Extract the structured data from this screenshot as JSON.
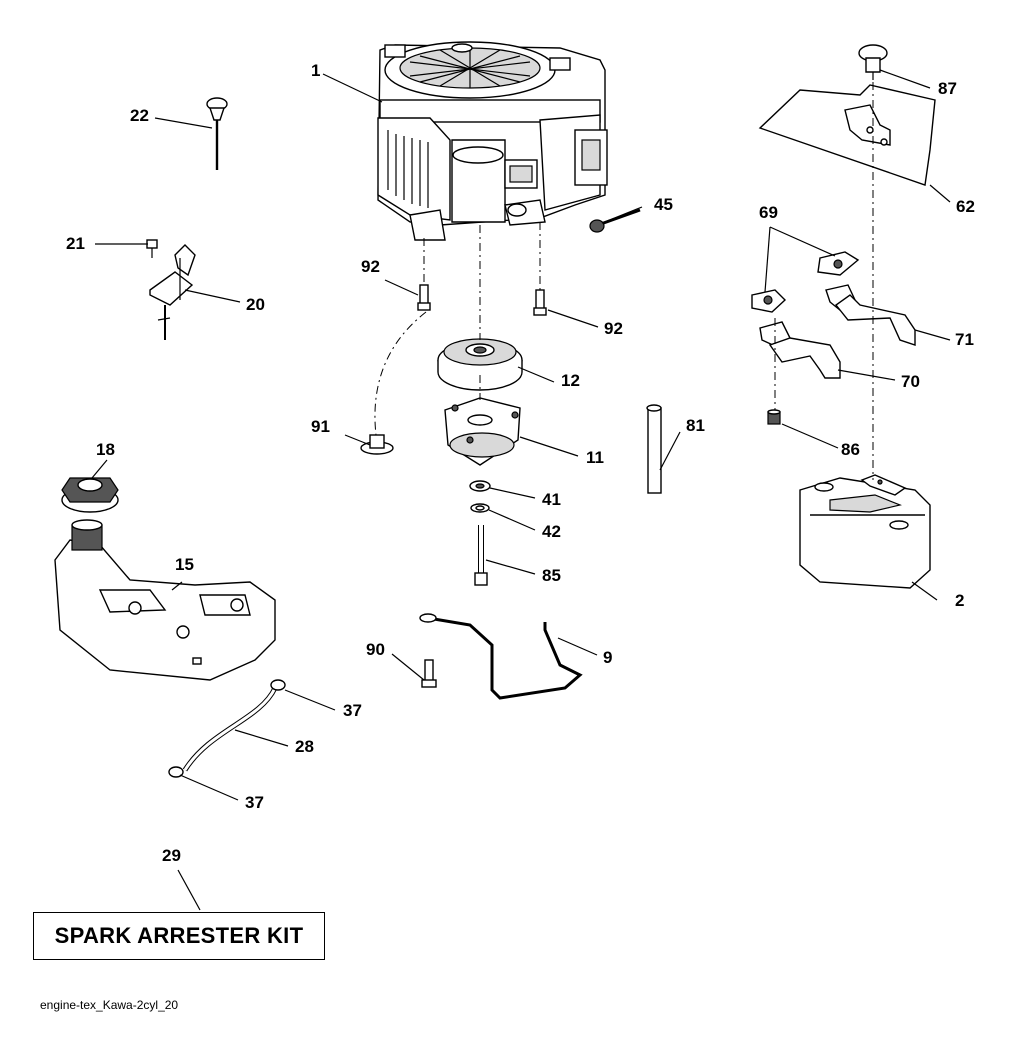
{
  "callouts": {
    "c1": "1",
    "c2": "2",
    "c9": "9",
    "c11": "11",
    "c12": "12",
    "c15": "15",
    "c18": "18",
    "c20": "20",
    "c21": "21",
    "c22": "22",
    "c28": "28",
    "c29": "29",
    "c37a": "37",
    "c37b": "37",
    "c41": "41",
    "c42": "42",
    "c45": "45",
    "c62": "62",
    "c69": "69",
    "c70": "70",
    "c71": "71",
    "c81": "81",
    "c85": "85",
    "c86": "86",
    "c87": "87",
    "c90": "90",
    "c91": "91",
    "c92a": "92",
    "c92b": "92"
  },
  "kit_label": "SPARK ARRESTER KIT",
  "footer_id": "engine-tex_Kawa-2cyl_20"
}
